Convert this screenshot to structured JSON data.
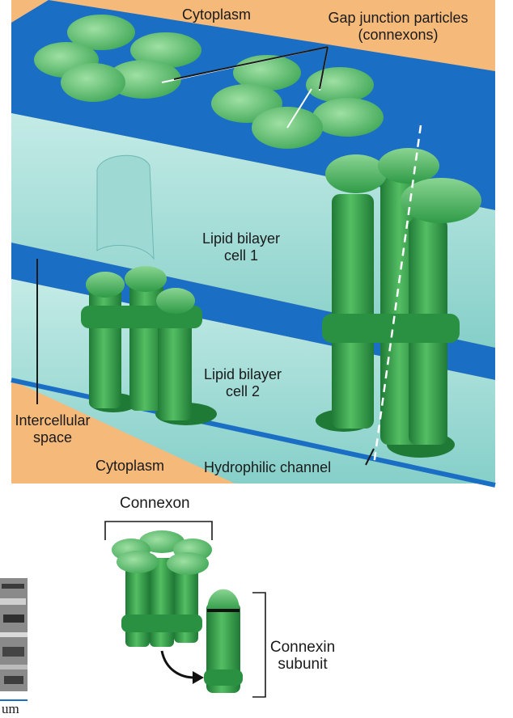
{
  "labels": {
    "cytoplasm_top": "Cytoplasm",
    "gap_junction_line1": "Gap junction particles",
    "gap_junction_line2": "(connexons)",
    "bilayer1_line1": "Lipid bilayer",
    "bilayer1_line2": "cell 1",
    "bilayer2_line1": "Lipid bilayer",
    "bilayer2_line2": "cell 2",
    "intercellular_line1": "Intercellular",
    "intercellular_line2": "space",
    "cytoplasm_bottom": "Cytoplasm",
    "hydrophilic_channel": "Hydrophilic channel",
    "connexon": "Connexon",
    "connexin_line1": "Connexin",
    "connexin_line2": "subunit",
    "scale_fragment": "um"
  },
  "colors": {
    "cytoplasm": "#f5b97a",
    "membrane_blue": "#1a6fc4",
    "bilayer_cyan": "#a6dcd8",
    "connexon_green": "#2ea348",
    "connexon_dark": "#1f7a36",
    "connexon_light": "#7fce86"
  }
}
